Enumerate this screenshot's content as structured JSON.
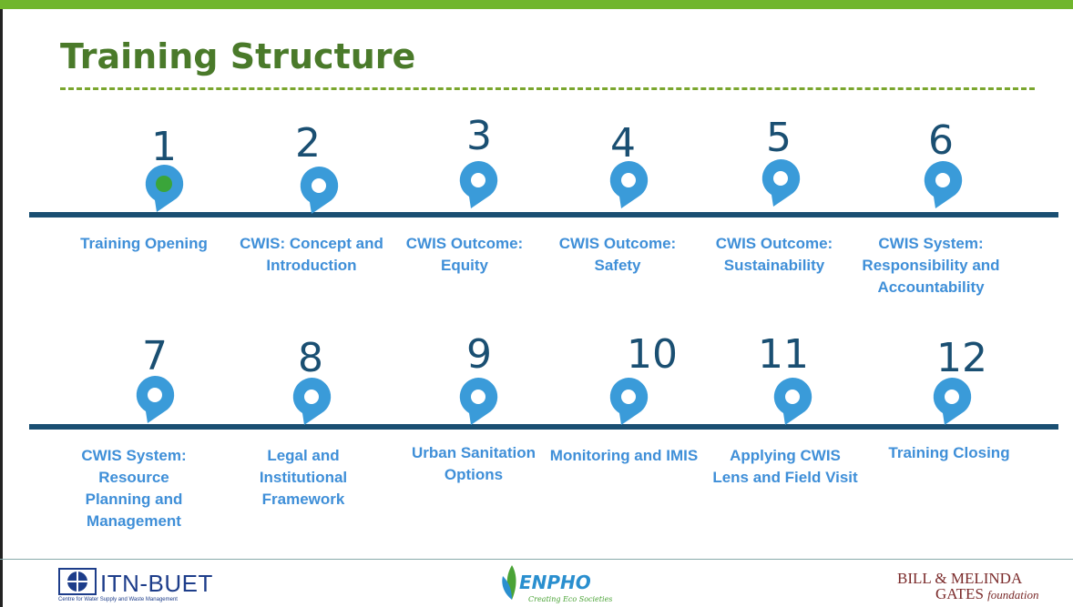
{
  "title": "Training Structure",
  "colors": {
    "title": "#4a7a2a",
    "accent_bar": "#70b62c",
    "timeline": "#1a4f72",
    "pin": "#3a9bd9",
    "pin_current_dot": "#3aa53a",
    "label": "#3f8fd8"
  },
  "steps": [
    {
      "number": "1",
      "label": "Training Opening",
      "current": true
    },
    {
      "number": "2",
      "label": "CWIS: Concept and Introduction"
    },
    {
      "number": "3",
      "label": "CWIS Outcome: Equity"
    },
    {
      "number": "4",
      "label": "CWIS Outcome: Safety"
    },
    {
      "number": "5",
      "label": "CWIS Outcome: Sustainability"
    },
    {
      "number": "6",
      "label": "CWIS System: Responsibility and Accountability"
    },
    {
      "number": "7",
      "label": "CWIS System: Resource Planning and Management"
    },
    {
      "number": "8",
      "label": "Legal and Institutional Framework"
    },
    {
      "number": "9",
      "label": "Urban Sanitation Options"
    },
    {
      "number": "10",
      "label": "Monitoring and IMIS"
    },
    {
      "number": "11",
      "label": "Applying CWIS Lens and Field Visit"
    },
    {
      "number": "12",
      "label": "Training Closing"
    }
  ],
  "footer": {
    "itn": {
      "name": "ITN-BUET",
      "subtitle": "Centre for Water Supply and Waste Management"
    },
    "enpho": {
      "name": "ENPHO",
      "tagline": "Creating Eco Societies"
    },
    "gates": {
      "line1": "BILL & MELINDA",
      "line2": "GATES",
      "line2_suffix": "foundation"
    }
  }
}
